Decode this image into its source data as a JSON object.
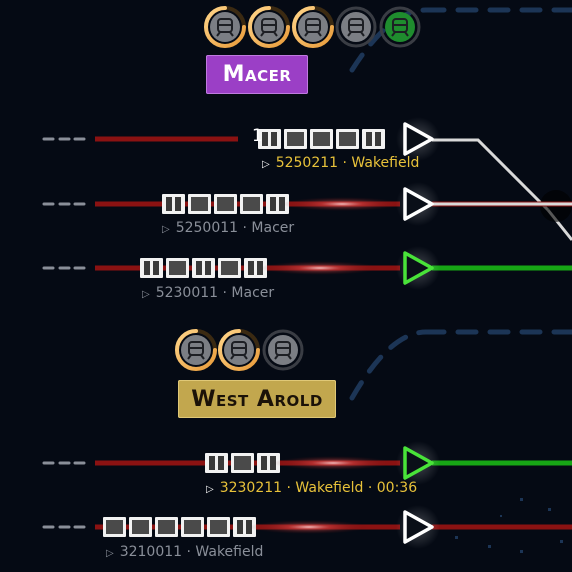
{
  "stations": [
    {
      "name": "Macer",
      "label_bg": "#9b3fc6",
      "platform_icons": [
        "train-icon",
        "train-icon",
        "train-icon",
        "train-icon",
        "train-icon"
      ],
      "icon_states": [
        "timer",
        "timer",
        "timer",
        "idle",
        "ready"
      ],
      "platforms": [
        {
          "train_id": "5250211",
          "destination": "Wakefield",
          "time": "",
          "status": "departing",
          "signal": "white",
          "counter": "1"
        },
        {
          "train_id": "5250011",
          "destination": "Macer",
          "time": "",
          "status": "waiting",
          "signal": "white"
        },
        {
          "train_id": "5230011",
          "destination": "Macer",
          "time": "",
          "status": "waiting",
          "signal": "green"
        }
      ]
    },
    {
      "name": "West Arold",
      "label_bg": "#c2a74e",
      "platform_icons": [
        "train-icon",
        "train-icon",
        "train-icon"
      ],
      "icon_states": [
        "timer",
        "timer",
        "idle"
      ],
      "platforms": [
        {
          "train_id": "3230211",
          "destination": "Wakefield",
          "time": "00:36",
          "status": "departing",
          "signal": "green"
        },
        {
          "train_id": "3210011",
          "destination": "Wakefield",
          "time": "",
          "status": "waiting",
          "signal": "white"
        }
      ]
    }
  ],
  "separator": "·",
  "colors": {
    "track_red": "#8b1212",
    "track_green": "#17a615",
    "track_white": "#d9d9d9",
    "dash_blue": "#1c3556",
    "text_yellow": "#e8c23a",
    "text_grey": "#8a8f99",
    "signal_green": "#49e339",
    "ready_icon": "#1f8c2e"
  }
}
